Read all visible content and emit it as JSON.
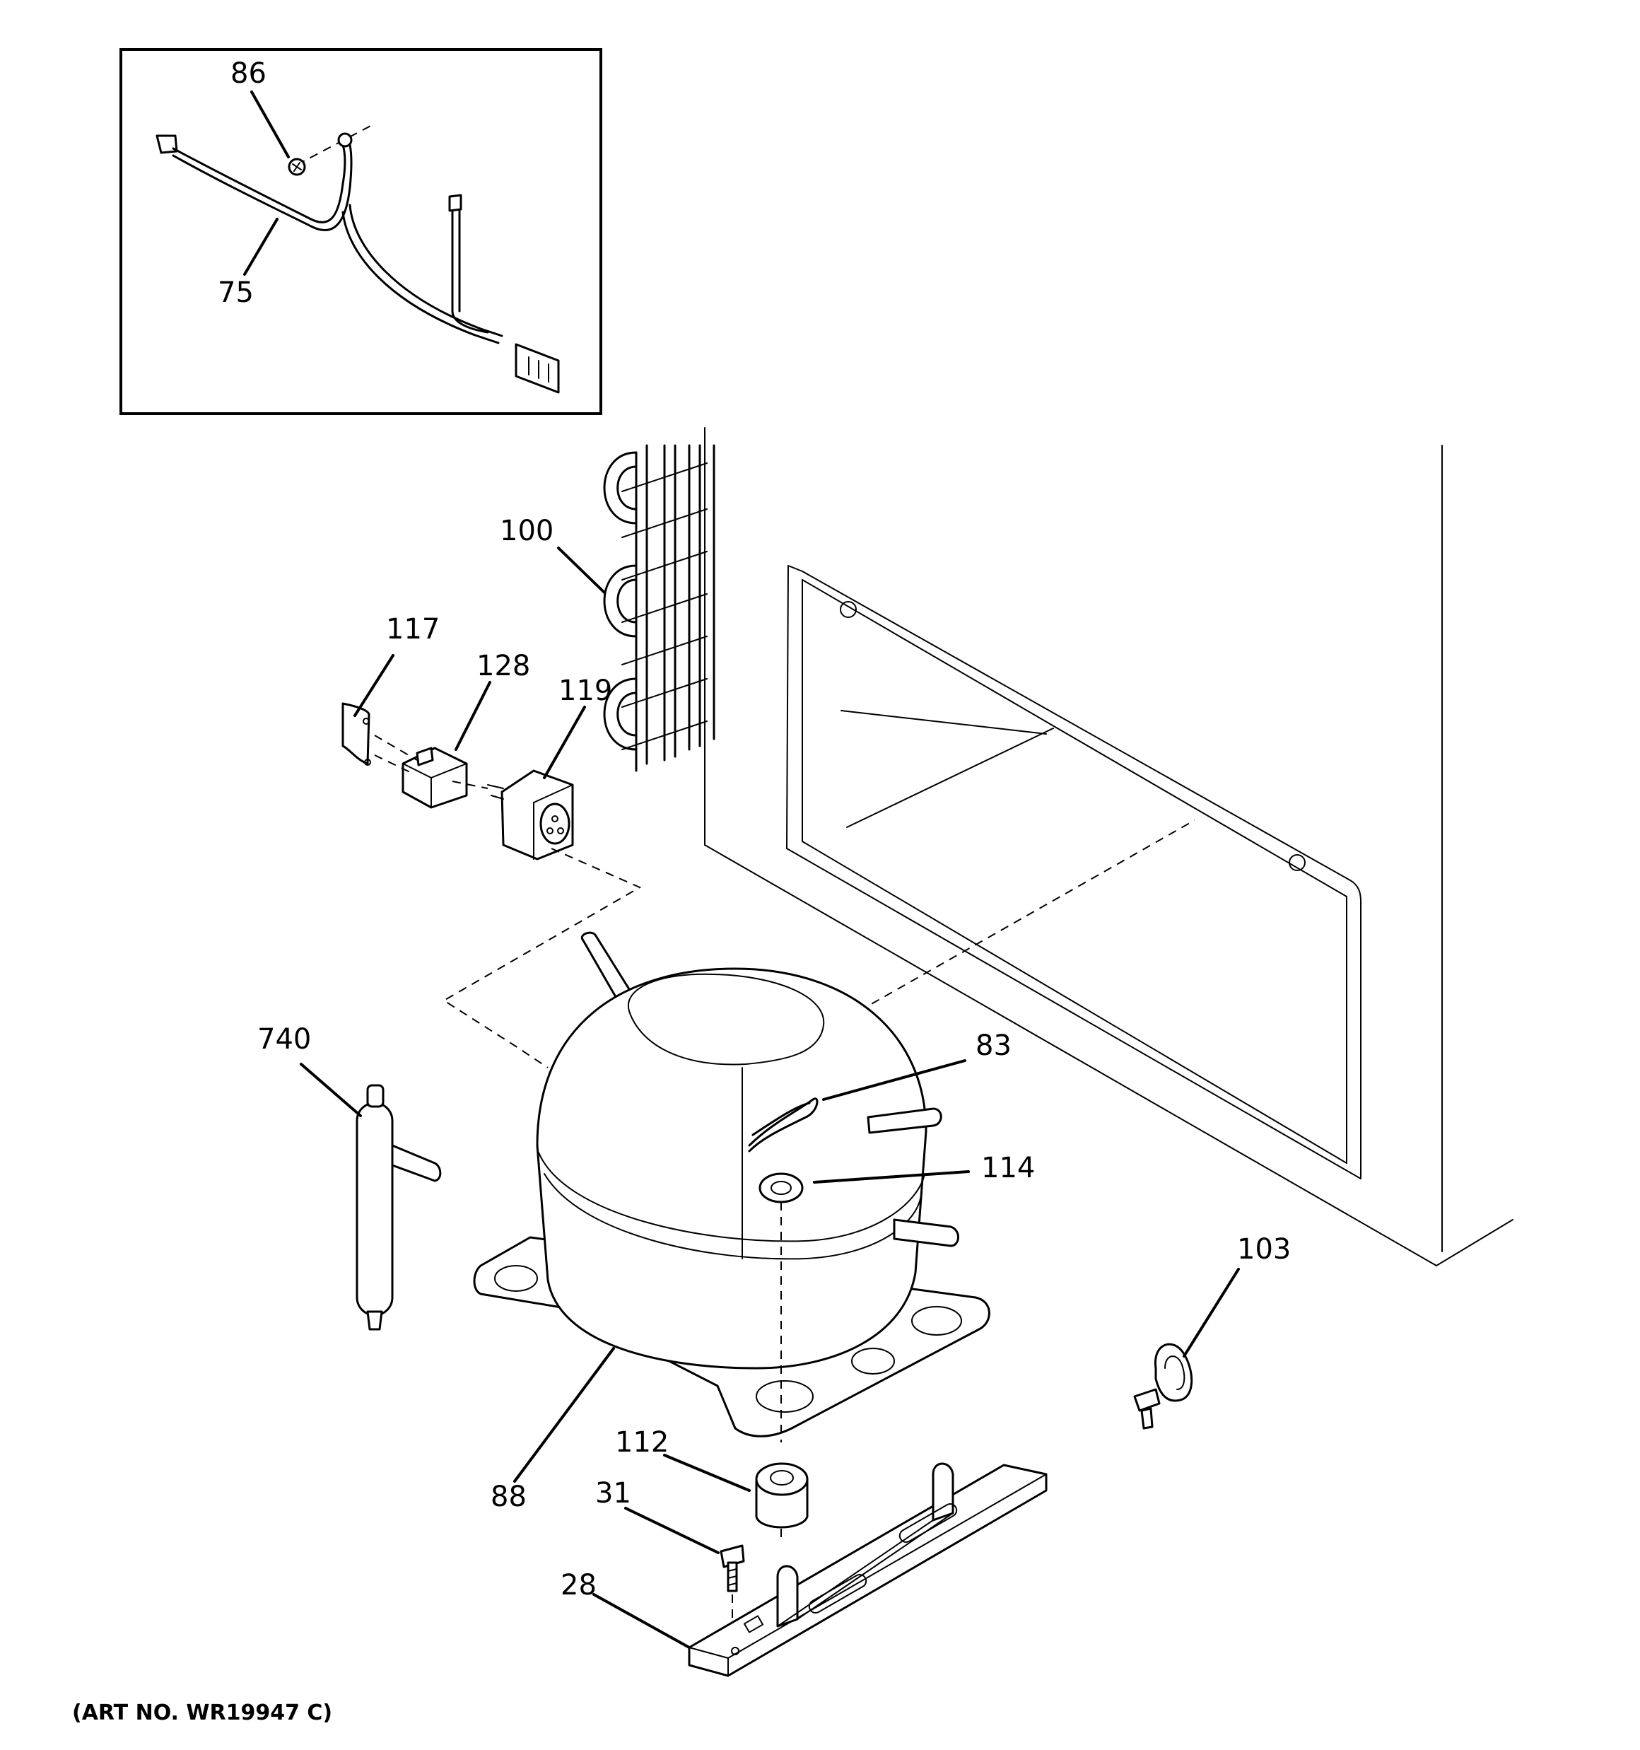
{
  "art_number": "(ART NO. WR19947 C)",
  "callouts": {
    "p86": "86",
    "p75": "75",
    "p100": "100",
    "p117": "117",
    "p128": "128",
    "p119": "119",
    "p740": "740",
    "p83": "83",
    "p114": "114",
    "p103": "103",
    "p88": "88",
    "p112": "112",
    "p31": "31",
    "p28": "28"
  }
}
